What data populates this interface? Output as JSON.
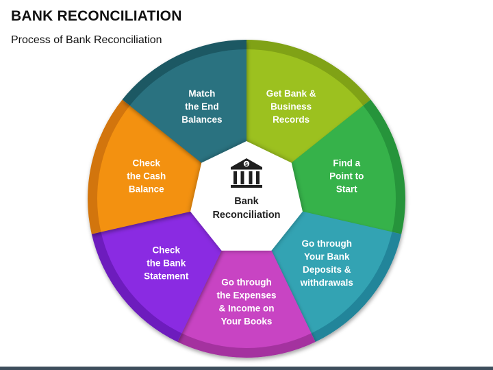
{
  "header": {
    "title": "BANK RECONCILIATION",
    "subtitle": "Process of Bank Reconciliation"
  },
  "center": {
    "icon": "bank-icon",
    "lines": [
      "Bank",
      "Reconciliation"
    ]
  },
  "segments": [
    {
      "id": "get-records",
      "lines": [
        "Get Bank &",
        "Business",
        "Records"
      ],
      "color": "#9cc11f",
      "rim": "#80a216"
    },
    {
      "id": "find-point",
      "lines": [
        "Find a",
        "Point to",
        "Start"
      ],
      "color": "#36b24a",
      "rim": "#27943a"
    },
    {
      "id": "bank-deposits",
      "lines": [
        "Go through",
        "Your Bank",
        "Deposits &",
        "withdrawals"
      ],
      "color": "#33a3b3",
      "rim": "#23859a"
    },
    {
      "id": "expenses-income",
      "lines": [
        "Go through",
        "the Expenses",
        "& Income on",
        "Your Books"
      ],
      "color": "#c844c3",
      "rim": "#a4319f"
    },
    {
      "id": "bank-statement",
      "lines": [
        "Check",
        "the Bank",
        "Statement"
      ],
      "color": "#8a2be2",
      "rim": "#6d1fbd"
    },
    {
      "id": "cash-balance",
      "lines": [
        "Check",
        "the Cash",
        "Balance"
      ],
      "color": "#f39110",
      "rim": "#d27508"
    },
    {
      "id": "end-balances",
      "lines": [
        "Match",
        "the End",
        "Balances"
      ],
      "color": "#2a7280",
      "rim": "#1e5864"
    }
  ]
}
